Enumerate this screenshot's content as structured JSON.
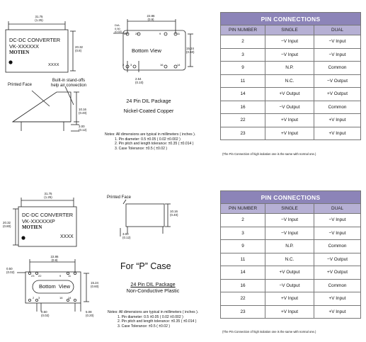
{
  "top": {
    "module": {
      "line1": "DC-DC CONVERTER",
      "line2": "VK-XXXXXX",
      "brand": "MOTIEN",
      "code": "XXXX"
    },
    "dims": {
      "width": "31.75",
      "width_in": "(1.25)",
      "height": "20.32",
      "height_in": "(0.8)",
      "pitch": "22.86",
      "pitch_in": "(0.9)",
      "dia": "DIA.",
      "dia_val": "0.50",
      "dia_in": "(0.02)",
      "row": "15.24",
      "row_in": "(0.60)",
      "p254": "2.54",
      "p254_in": "(0.10)",
      "h": "10.16",
      "h_in": "(0.40)",
      "lead": "3.00",
      "lead_in": "(0.12)"
    },
    "pins": {
      "p2": "2",
      "p3": "3",
      "p9": "9",
      "p11": "11",
      "p14": "14",
      "p16": "16",
      "p22": "22",
      "p23": "23"
    },
    "bottom_view": "Bottom View",
    "printed_face": "Printed Face",
    "standoff": "Built-in stand-offs\nhelp air convection",
    "package_title": "24 Pin DIL Package",
    "package_sub": "Nickel-Coated Copper",
    "notes": [
      "Notes: All dimensions are typical in millimeters ( inches ).",
      "1. Pin diameter: 0.5 ±0.05 ( 0.02 ±0.002 )",
      "2. Pin pitch and length tolerance: ±0.35 ( ±0.014 )",
      "3. Case Tolerance: ±0.5 ( ±0.02 )"
    ],
    "table": {
      "title": "PIN CONNECTIONS",
      "headers": [
        "PIN NUMBER",
        "SINGLE",
        "DUAL"
      ],
      "rows": [
        [
          "2",
          "−V Input",
          "−V Input"
        ],
        [
          "3",
          "−V Input",
          "−V Input"
        ],
        [
          "9",
          "N.P.",
          "Common"
        ],
        [
          "11",
          "N.C.",
          "−V Output"
        ],
        [
          "14",
          "+V Output",
          "+V Output"
        ],
        [
          "16",
          "−V Output",
          "Common"
        ],
        [
          "22",
          "+V Input",
          "+V Input"
        ],
        [
          "23",
          "+V Input",
          "+V Input"
        ]
      ],
      "footnote": "(The Pin Connection of high isolation one is the same with normal one.)"
    }
  },
  "bottom": {
    "module": {
      "line1": "DC-DC CONVERTER",
      "line2": "VK-XXXXXXP",
      "brand": "MOTIEN",
      "code": "XXXX"
    },
    "dims": {
      "width": "31.75",
      "width_in": "(1.25)",
      "height": "20.32",
      "height_in": "(0.80)",
      "pitch": "22.86",
      "pitch_in": "(0.9)",
      "dia": "0.50",
      "dia_in": "(0.02)",
      "row": "15.24",
      "row_in": "(0.60)",
      "p050": "0.50",
      "p050_in": "(0.02)",
      "p508": "5.08",
      "p508_in": "(0.20)",
      "h": "10.16",
      "h_in": "(0.40)",
      "lead": "3.00",
      "lead_in": "(0.12)"
    },
    "pins": {
      "p2": "2",
      "p3": "3",
      "p9": "9",
      "p11": "11",
      "p14": "14",
      "p16": "16",
      "p22": "22",
      "p23": "23"
    },
    "bottom_view": "Bottom  View",
    "printed_face": "Printed Face",
    "case_label": "For “P” Case",
    "package_title": "24 Pin DIL Package",
    "package_sub": "Non-Conductive Plastic",
    "notes": [
      "Notes: All dimensions are typical in millimeters ( inches ).",
      "1. Pin diameter: 0.5 ±0.05 ( 0.02 ±0.002 )",
      "2. Pin pitch and length tolerance: ±0.35 ( ±0.014 )",
      "3. Case Tolerance: ±0.5 ( ±0.02 )"
    ],
    "table": {
      "title": "PIN CONNECTIONS",
      "headers": [
        "PIN NUMBER",
        "SINGLE",
        "DUAL"
      ],
      "rows": [
        [
          "2",
          "−V Input",
          "−V Input"
        ],
        [
          "3",
          "−V Input",
          "−V Input"
        ],
        [
          "9",
          "N.P.",
          "Common"
        ],
        [
          "11",
          "N.C.",
          "−V Output"
        ],
        [
          "14",
          "+V Output",
          "+V Output"
        ],
        [
          "16",
          "−V Output",
          "Common"
        ],
        [
          "22",
          "+V Input",
          "+V Input"
        ],
        [
          "23",
          "+V Input",
          "+V Input"
        ]
      ],
      "footnote": "(The Pin Connection of high isolation one is the same with normal one.)"
    }
  },
  "colors": {
    "table_title": "#8c84b8",
    "table_header": "#b6b0d4",
    "line": "#222222"
  }
}
